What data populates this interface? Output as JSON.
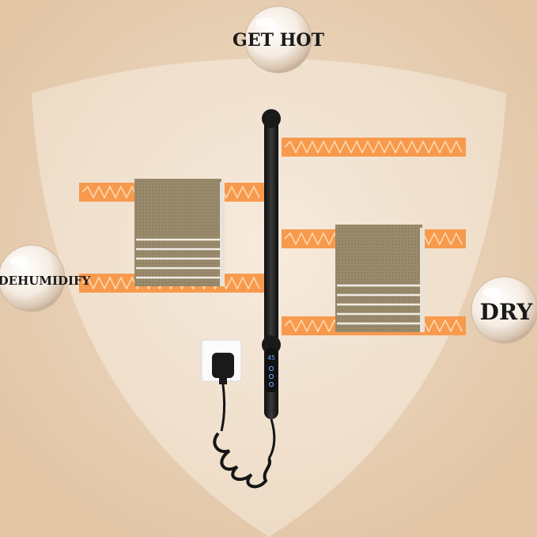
{
  "labels": {
    "top": "GET HOT",
    "left": "DEHUMIDIFY",
    "right": "DRY"
  },
  "display": {
    "readout": "45"
  },
  "colors": {
    "background": "#e7cfb4",
    "heat_band": "#f79a4d",
    "heat_wave": "#ffd9b0",
    "towel": "#9a8b6e",
    "rail": "#1f1f1f"
  },
  "icons": {
    "top": "bubble",
    "display_buttons": [
      "power-icon",
      "plus-icon",
      "minus-icon"
    ]
  }
}
